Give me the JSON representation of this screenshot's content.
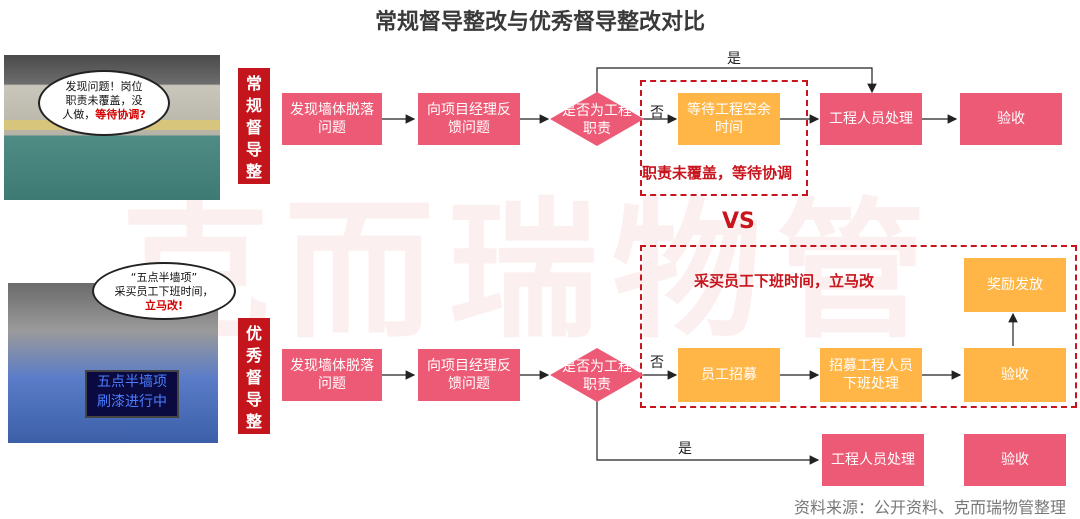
{
  "title": "常规督导整改与优秀督导整改对比",
  "watermark": "克而瑞物管",
  "colors": {
    "pink": "#ed5a76",
    "orange": "#ffb647",
    "red": "#c8141c"
  },
  "top": {
    "label": "常规督导整改",
    "bubble": {
      "line1": "发现问题！岗位",
      "line2": "职责未覆盖，没",
      "line3": "人做，",
      "highlight": "等待协调?"
    },
    "nodes": {
      "discover": "发现墙体脱落问题",
      "report": "向项目经理反馈问题",
      "decision": "是否为工程职责",
      "wait": "等待工程空余时间",
      "handle": "工程人员处理",
      "accept": "验收"
    },
    "yes": "是",
    "no": "否",
    "note": "职责未覆盖，等待协调"
  },
  "vs": "VS",
  "bottom": {
    "label": "优秀督导整改",
    "bubble": {
      "line1": "“五点半墙项”",
      "line2": "采买员工下班时间，",
      "highlight": "立马改!"
    },
    "led": {
      "line1": "五点半墙项",
      "line2": "刷漆进行中"
    },
    "nodes": {
      "discover": "发现墙体脱落问题",
      "report": "向项目经理反馈问题",
      "decision": "是否为工程职责",
      "recruit": "员工招募",
      "overtime": "招募工程人员下班处理",
      "accept_orange": "验收",
      "reward": "奖励发放",
      "handle": "工程人员处理",
      "accept": "验收"
    },
    "yes": "是",
    "no": "否",
    "note": "采买员工下班时间，立马改"
  },
  "source": "资料来源：公开资料、克而瑞物管整理"
}
